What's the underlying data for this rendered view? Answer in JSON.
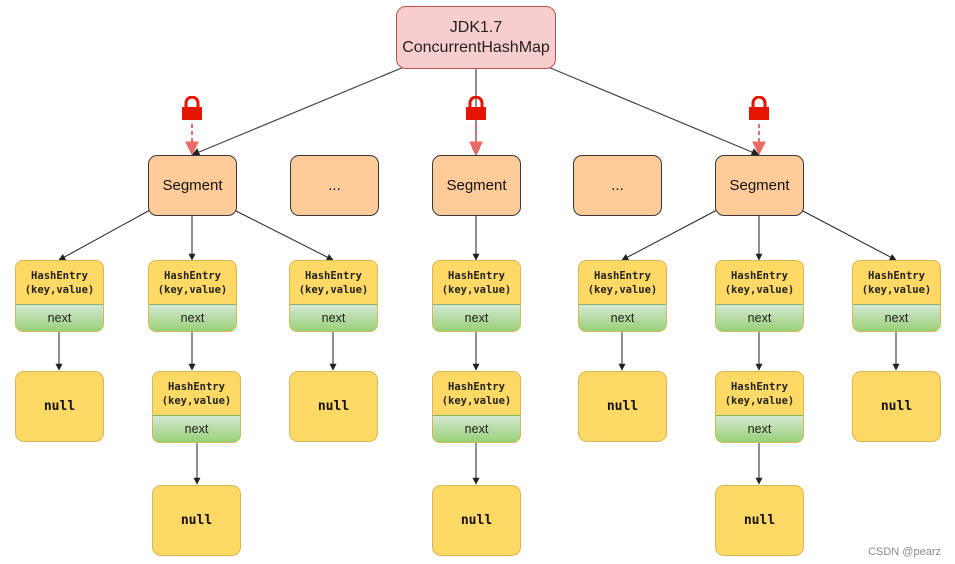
{
  "root": {
    "line1": "JDK1.7",
    "line2": "ConcurrentHashMap"
  },
  "labels": {
    "segment": "Segment",
    "ellipsis": "...",
    "hash_entry_line1": "HashEntry",
    "hash_entry_line2": "(key,value)",
    "next": "next",
    "null": "null"
  },
  "watermark": "CSDN @pearz",
  "icons": {
    "lock": "padlock-icon"
  },
  "colors": {
    "root_fill": "#f8cecc",
    "segment_fill": "#ffcc99",
    "entry_fill": "#ffd966",
    "next_fill": "#97d077",
    "lock": "#e51400",
    "lock_arrow": "#ea6b66"
  }
}
